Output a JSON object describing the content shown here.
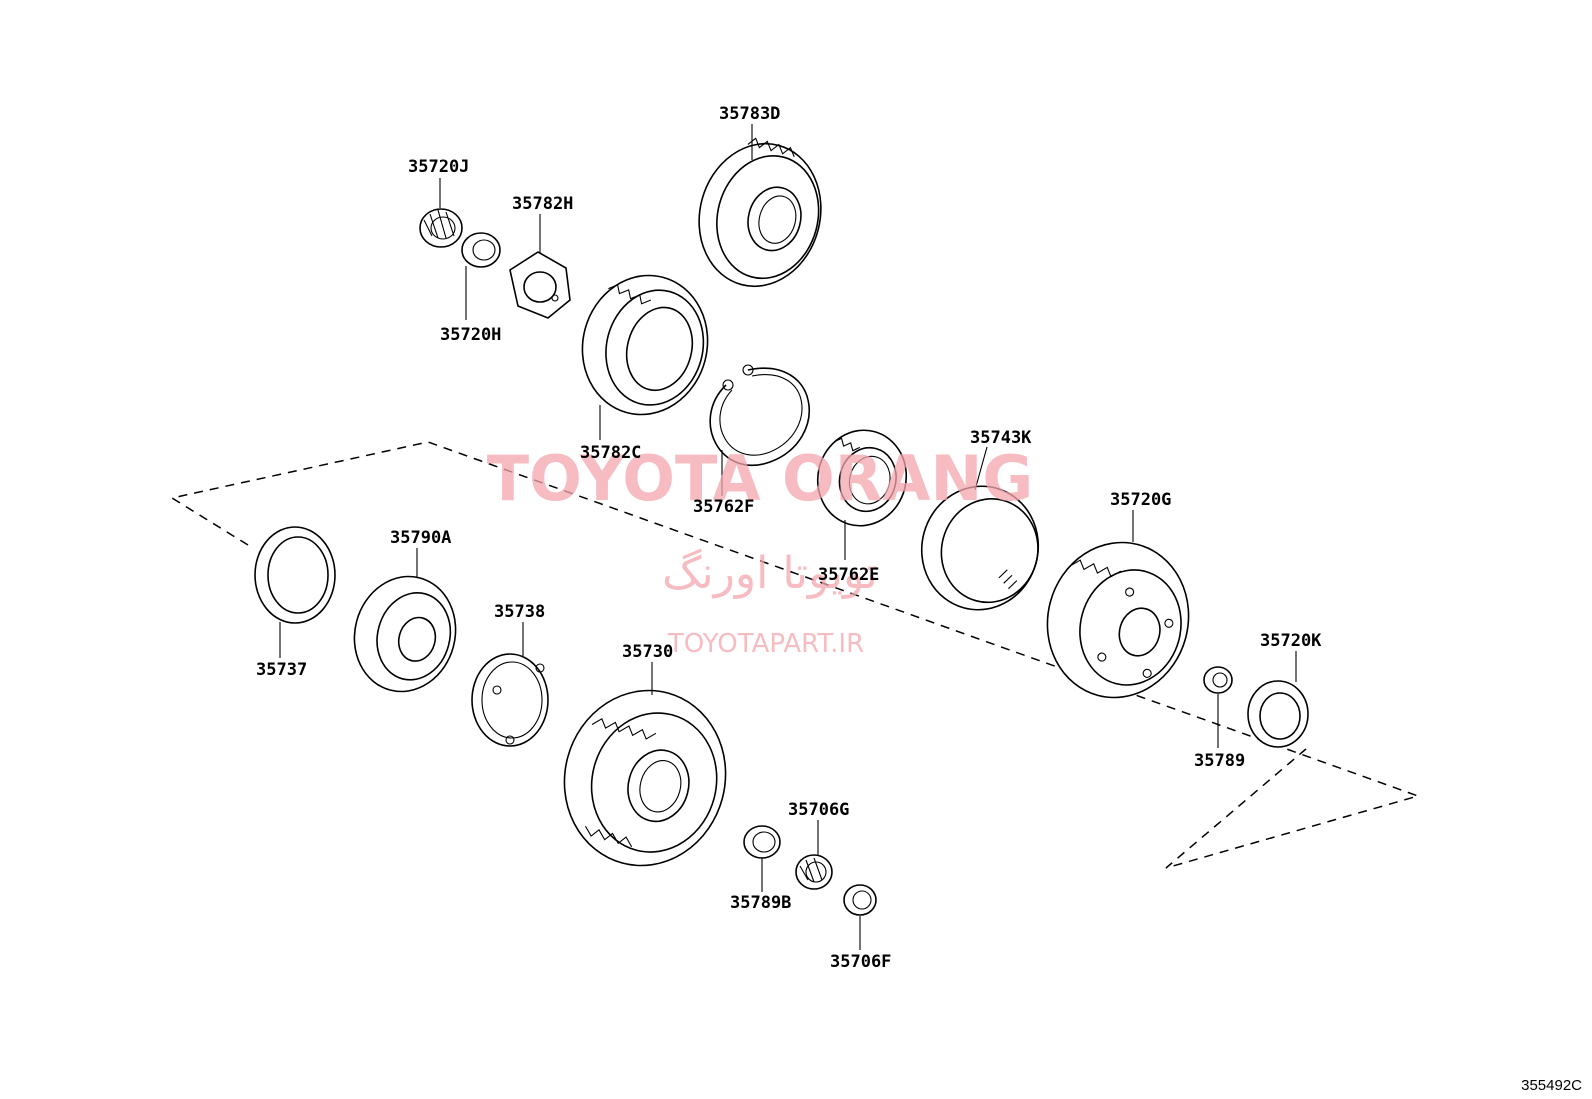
{
  "diagram": {
    "drawing_code": "355492C",
    "watermark": {
      "latin": "TOYOTA ORANG",
      "farsi": "تویوتا اورنگ",
      "url": "TOYOTAPART.IR"
    },
    "parts": [
      {
        "id": "35783D"
      },
      {
        "id": "35720J"
      },
      {
        "id": "35782H"
      },
      {
        "id": "35720H"
      },
      {
        "id": "35782C"
      },
      {
        "id": "35762F"
      },
      {
        "id": "35743K"
      },
      {
        "id": "35762E"
      },
      {
        "id": "35720G"
      },
      {
        "id": "35790A"
      },
      {
        "id": "35738"
      },
      {
        "id": "35737"
      },
      {
        "id": "35730"
      },
      {
        "id": "35720K"
      },
      {
        "id": "35789"
      },
      {
        "id": "35706G"
      },
      {
        "id": "35789B"
      },
      {
        "id": "35706F"
      }
    ]
  }
}
